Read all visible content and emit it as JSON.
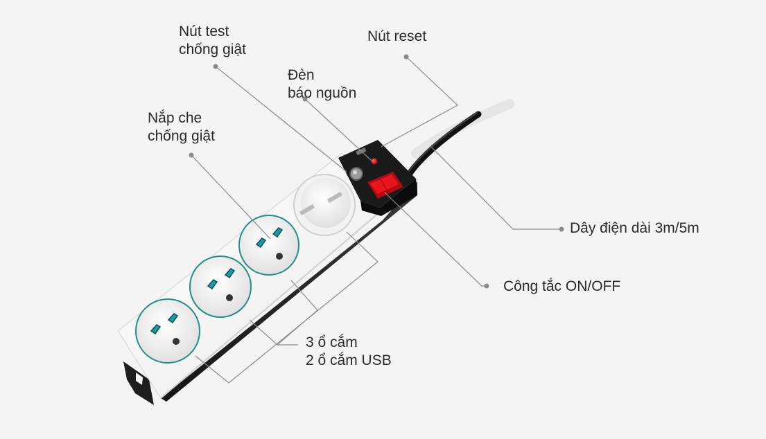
{
  "labels": {
    "test_button": [
      "Nút test",
      "chống giật"
    ],
    "reset_button": [
      "Nút reset"
    ],
    "power_light": [
      "Đèn",
      "báo nguồn"
    ],
    "shutter": [
      "Nắp che",
      "chống giật"
    ],
    "cord": [
      "Dây điện dài 3m/5m"
    ],
    "switch": [
      "Công tắc ON/OFF"
    ],
    "outlets": [
      "3 ổ cắm",
      "2 ổ cắm USB"
    ]
  },
  "colors": {
    "background": "#f4f4f4",
    "leader_line": "#8a8a8a",
    "socket_ring": "#1f8f88",
    "switch": "#e8141e",
    "body_white": "#f7f7f7",
    "body_dark": "#2a2a2a"
  },
  "icons": [
    "power-strip-illustration",
    "socket-icon",
    "usb-port-icon",
    "rocker-switch-icon",
    "indicator-light-icon"
  ]
}
